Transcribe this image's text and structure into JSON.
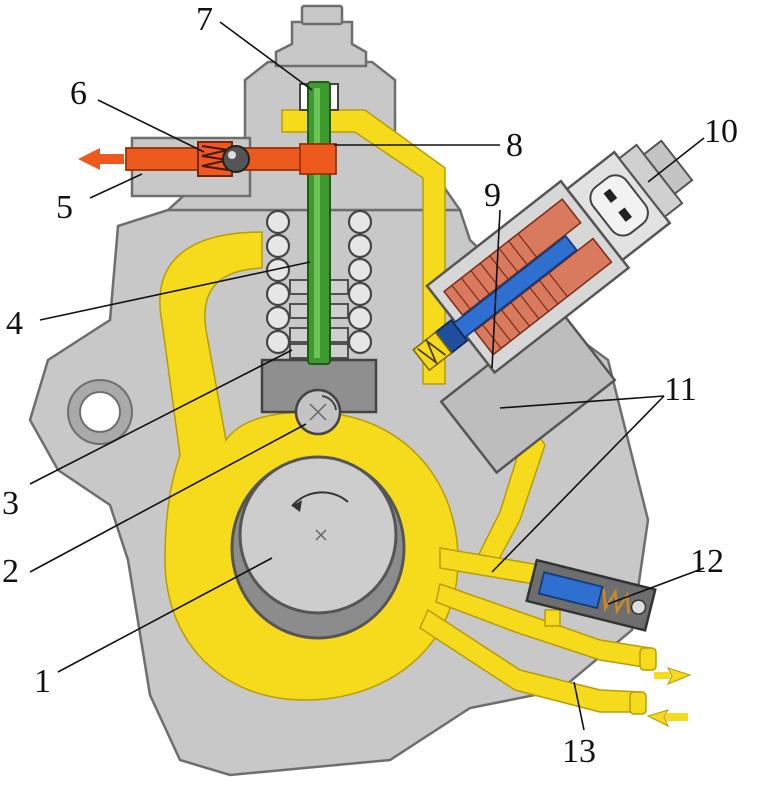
{
  "labels": {
    "l1": "1",
    "l2": "2",
    "l3": "3",
    "l4": "4",
    "l5": "5",
    "l6": "6",
    "l7": "7",
    "l8": "8",
    "l9": "9",
    "l10": "10",
    "l11": "11",
    "l12": "12",
    "l13": "13"
  },
  "colors": {
    "housing": "#c8c8c8",
    "fuel": "#f6da1c",
    "plunger": "#3d9a2e",
    "outlet": "#ee5a1e",
    "valve": "#2f6fd0",
    "coil": "#d97a5e"
  }
}
